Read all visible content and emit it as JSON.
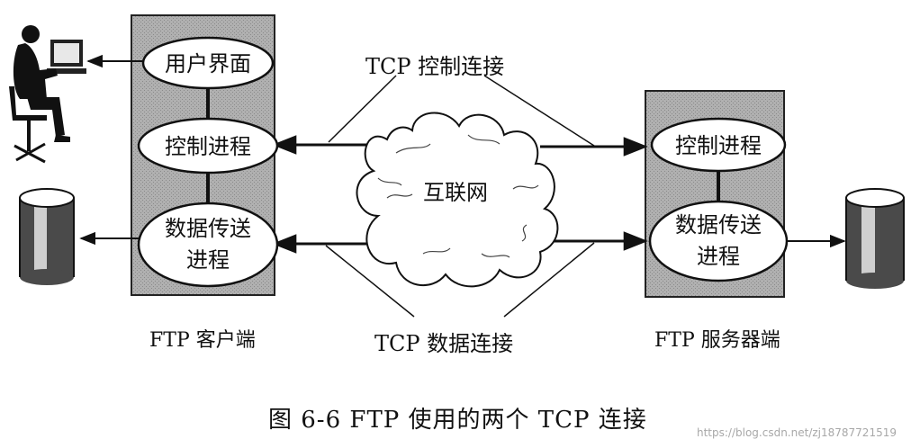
{
  "client": {
    "label": "FTP 客户端",
    "nodes": {
      "ui": "用户界面",
      "control": "控制进程",
      "data_line1": "数据传送",
      "data_line2": "进程"
    }
  },
  "server": {
    "label": "FTP 服务器端",
    "nodes": {
      "control": "控制进程",
      "data_line1": "数据传送",
      "data_line2": "进程"
    }
  },
  "network": {
    "label": "互联网"
  },
  "connections": {
    "control": "TCP 控制连接",
    "data": "TCP 数据连接"
  },
  "caption": "图 6-6   FTP 使用的两个 TCP 连接",
  "watermark": "https://blog.csdn.net/zj18787721519",
  "colors": {
    "panel_fill": "#a9a9a9",
    "panel_stroke": "#222222",
    "node_fill": "#ffffff",
    "line": "#111111"
  },
  "icons": {
    "user": "user-at-computer-icon",
    "client_storage": "database-cylinder-icon",
    "server_storage": "database-cylinder-icon",
    "network": "cloud-icon"
  }
}
